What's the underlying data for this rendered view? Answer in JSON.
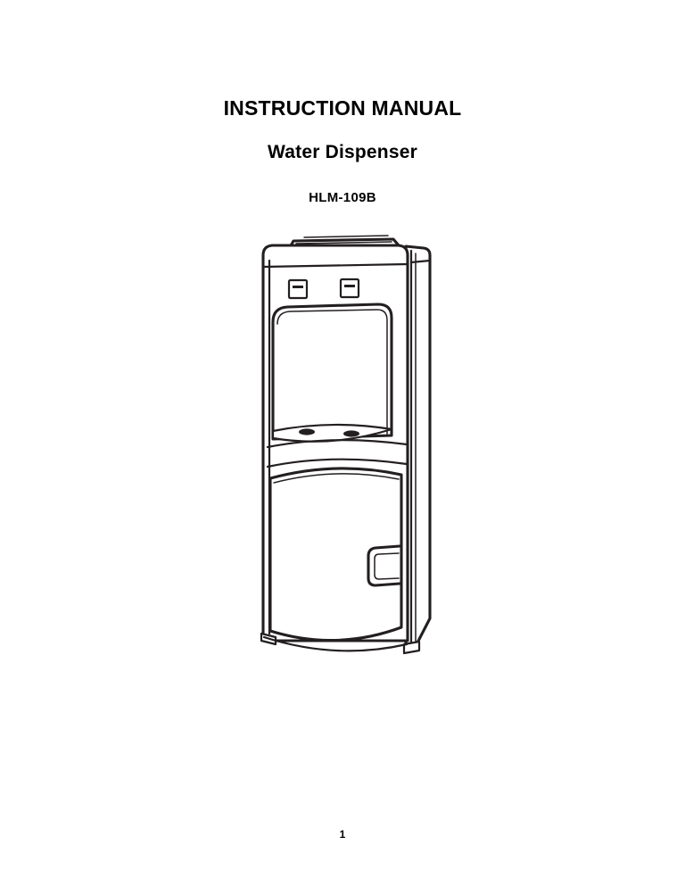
{
  "document": {
    "title": "INSTRUCTION MANUAL",
    "subtitle": "Water Dispenser",
    "model": "HLM-109B",
    "page_number": "1"
  },
  "figure": {
    "name": "water-dispenser-line-drawing",
    "caption": "",
    "line_color": "#231f20",
    "background_color": "#ffffff",
    "parts": [
      {
        "id": "top-lid",
        "label": "top lid"
      },
      {
        "id": "top-seam",
        "label": "top seam line"
      },
      {
        "id": "hot-tap-button",
        "label": "hot water tap button"
      },
      {
        "id": "cold-tap-button",
        "label": "cold water tap button"
      },
      {
        "id": "dispensing-recess",
        "label": "dispensing recess"
      },
      {
        "id": "drip-tray",
        "label": "drip tray"
      },
      {
        "id": "drip-hole-left",
        "label": "drip tray hole left"
      },
      {
        "id": "drip-hole-right",
        "label": "drip tray hole right"
      },
      {
        "id": "cabinet-door",
        "label": "cabinet door"
      },
      {
        "id": "door-handle",
        "label": "door handle"
      },
      {
        "id": "side-panel",
        "label": "right side panel"
      },
      {
        "id": "foot-left",
        "label": "left foot"
      },
      {
        "id": "foot-right",
        "label": "right foot"
      }
    ]
  }
}
